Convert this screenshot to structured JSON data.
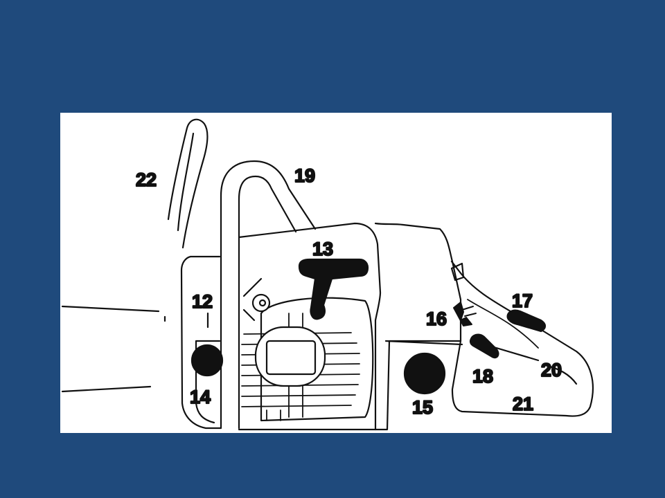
{
  "diagram": {
    "subject": "chainsaw-rear-handle-side-view",
    "colors": {
      "background": "#1f4a7c",
      "panel": "#ffffff",
      "ink": "#111111"
    },
    "callouts": [
      {
        "id": "12",
        "text": "12"
      },
      {
        "id": "13",
        "text": "13"
      },
      {
        "id": "14",
        "text": "14"
      },
      {
        "id": "15",
        "text": "15"
      },
      {
        "id": "16",
        "text": "16"
      },
      {
        "id": "17",
        "text": "17"
      },
      {
        "id": "18",
        "text": "18"
      },
      {
        "id": "19",
        "text": "19"
      },
      {
        "id": "20",
        "text": "20"
      },
      {
        "id": "21",
        "text": "21"
      },
      {
        "id": "22",
        "text": "22"
      }
    ]
  }
}
